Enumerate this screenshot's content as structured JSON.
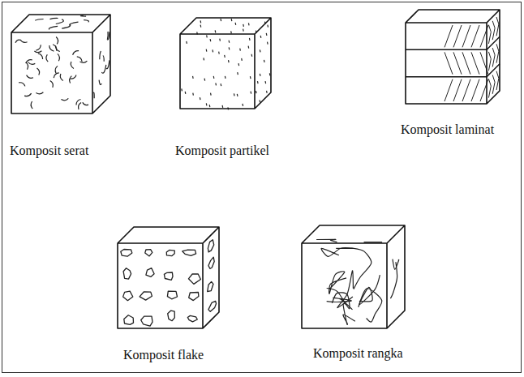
{
  "diagram": {
    "labels": [
      "Komposit serat",
      "Komposit partikel",
      "Komposit laminat",
      "Komposit flake",
      "Komposit rangka"
    ]
  }
}
